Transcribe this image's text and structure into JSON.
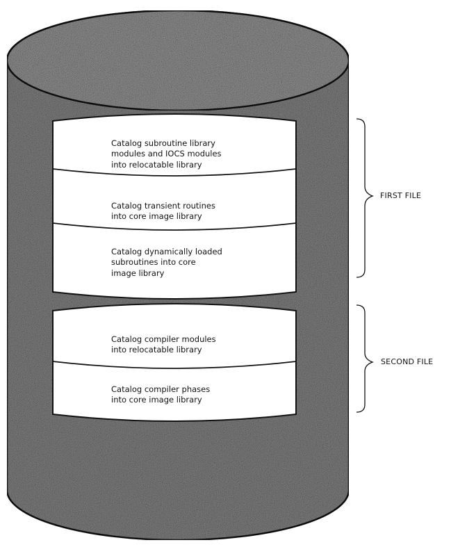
{
  "cylinder": {
    "fill_color": "#8a8a8a",
    "outline_color": "#111111",
    "label_box_color": "#ffffff"
  },
  "first_group": {
    "segments": [
      {
        "lines": [
          "Catalog subroutine library",
          "modules and IOCS modules",
          "into relocatable library"
        ]
      },
      {
        "lines": [
          "Catalog transient routines",
          "into core image library"
        ]
      },
      {
        "lines": [
          "Catalog dynamically loaded",
          "subroutines into core",
          "image library"
        ]
      }
    ]
  },
  "second_group": {
    "segments": [
      {
        "lines": [
          "Catalog compiler modules",
          "into relocatable library"
        ]
      },
      {
        "lines": [
          "Catalog compiler phases",
          "into core image library"
        ]
      }
    ]
  },
  "braces": {
    "first_label": "FIRST FILE",
    "second_label": "SECOND FILE"
  }
}
